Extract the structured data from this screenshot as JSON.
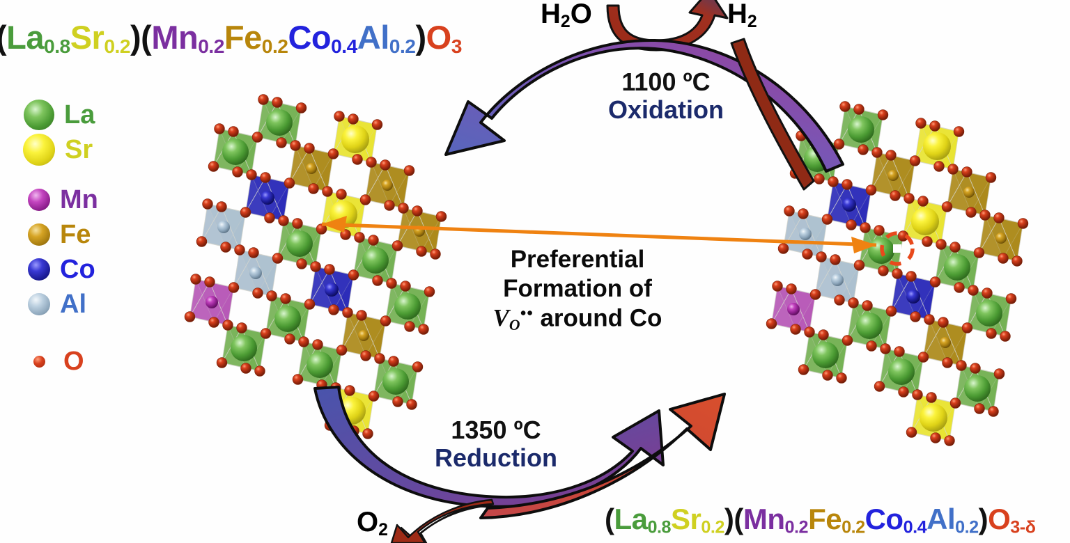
{
  "figure": {
    "kind": "perovskite redox cycle schematic",
    "background_color": "#ffffff"
  },
  "formulas": {
    "oxidized": {
      "full_text": "(La0.8Sr0.2)(Mn0.2Fe0.2Co0.4Al0.2)O3",
      "parts": {
        "la": "La",
        "la_sub": "0.8",
        "sr": "Sr",
        "sr_sub": "0.2",
        "mn": "Mn",
        "mn_sub": "0.2",
        "fe": "Fe",
        "fe_sub": "0.2",
        "co": "Co",
        "co_sub": "0.4",
        "al": "Al",
        "al_sub": "0.2",
        "o": "O",
        "o_sub": "3"
      }
    },
    "reduced": {
      "full_text": "(La0.8Sr0.2)(Mn0.2Fe0.2Co0.4Al0.2)O3-δ",
      "parts": {
        "la": "La",
        "la_sub": "0.8",
        "sr": "Sr",
        "sr_sub": "0.2",
        "mn": "Mn",
        "mn_sub": "0.2",
        "fe": "Fe",
        "fe_sub": "0.2",
        "co": "Co",
        "co_sub": "0.4",
        "al": "Al",
        "al_sub": "0.2",
        "o": "O",
        "o_sub": "3-δ"
      }
    }
  },
  "legend": {
    "items": [
      {
        "symbol": "La",
        "color": "#4a9c3c",
        "size": "large",
        "role": "A-site"
      },
      {
        "symbol": "Sr",
        "color": "#cfd021",
        "size": "large",
        "role": "A-site"
      },
      {
        "symbol": "Mn",
        "color": "#7b2fa0",
        "size": "medium",
        "role": "B-site"
      },
      {
        "symbol": "Fe",
        "color": "#b8860b",
        "size": "medium",
        "role": "B-site"
      },
      {
        "symbol": "Co",
        "color": "#2222dd",
        "size": "medium",
        "role": "B-site"
      },
      {
        "symbol": "Al",
        "color": "#4170c8",
        "size": "medium",
        "role": "B-site"
      },
      {
        "symbol": "O",
        "color": "#d8411e",
        "size": "small",
        "role": "anion"
      }
    ]
  },
  "gases": {
    "inlet_top": "H₂O",
    "outlet_top": "H₂",
    "outlet_bottom": "O₂"
  },
  "conditions": {
    "oxidation": {
      "temperature": "1100 ºC",
      "process": "Oxidation",
      "temp_color": "#111111",
      "process_color": "#1b2a6b"
    },
    "reduction": {
      "temperature": "1350 ºC",
      "process": "Reduction",
      "temp_color": "#111111",
      "process_color": "#1b2a6b"
    }
  },
  "center_caption": {
    "line1": "Preferential",
    "line2": "Formation of",
    "vacancy_symbol": "V",
    "vacancy_sub": "O",
    "vacancy_sup": "••",
    "line3_tail": " around Co"
  },
  "structures": {
    "left": {
      "label": "fully oxidized perovskite lattice",
      "has_vacancy": false
    },
    "right": {
      "label": "reduced perovskite lattice with oxygen vacancy",
      "has_vacancy": true,
      "vacancy_highlight_color": "#e8491c"
    }
  },
  "arrows": {
    "oxidation_arc_color_start": "#8e3f96",
    "oxidation_arc_color_end": "#5566c0",
    "reduction_arc_color_start": "#4a58ae",
    "reduction_arc_color_end": "#7e3d8e",
    "gas_arc_color": "#9e2b16",
    "return_arc_color": "#9e2b16",
    "vacancy_arrow_color": "#ef8211"
  }
}
